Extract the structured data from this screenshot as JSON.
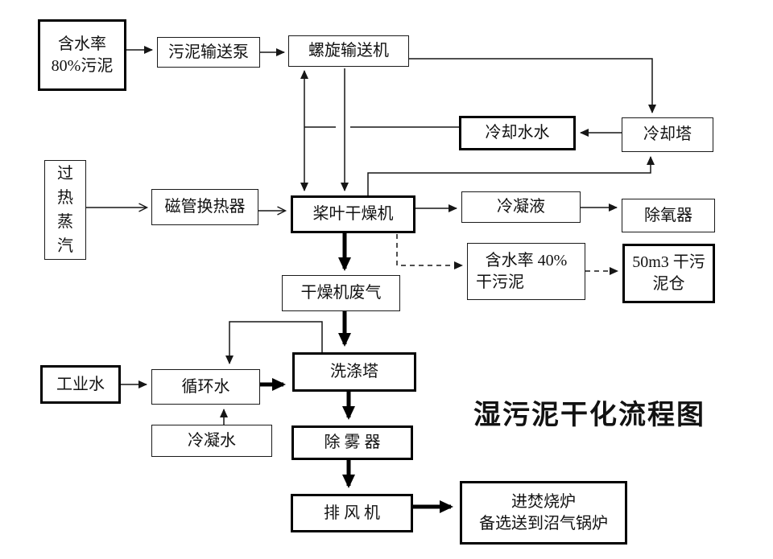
{
  "diagram": {
    "title": "湿污泥干化流程图",
    "nodes": {
      "wet_sludge": {
        "lines": [
          "含水率",
          "80%污泥"
        ]
      },
      "sludge_pump": {
        "lines": [
          "污泥输送泵"
        ]
      },
      "screw_conveyor": {
        "lines": [
          "螺旋输送机"
        ]
      },
      "cooling_water": {
        "lines": [
          "冷却水水"
        ]
      },
      "cooling_tower": {
        "lines": [
          "冷却塔"
        ]
      },
      "superheated_steam": {
        "lines": [
          "过",
          "热",
          "蒸",
          "汽"
        ]
      },
      "heat_exchanger": {
        "lines": [
          "磁管换热器"
        ]
      },
      "paddle_dryer": {
        "lines": [
          "桨叶干燥机"
        ]
      },
      "condensate_liquid": {
        "lines": [
          "冷凝液"
        ]
      },
      "deaerator": {
        "lines": [
          "除氧器"
        ]
      },
      "dry_sludge": {
        "lines": [
          "含水率  40%",
          "干污泥"
        ]
      },
      "sludge_silo": {
        "lines": [
          "50m3 干污",
          "泥仓"
        ]
      },
      "dryer_exhaust": {
        "lines": [
          "干燥机废气"
        ]
      },
      "washing_tower": {
        "lines": [
          "洗涤塔"
        ]
      },
      "industrial_water": {
        "lines": [
          "工业水"
        ]
      },
      "circulating_water": {
        "lines": [
          "循环水"
        ]
      },
      "condensate_water": {
        "lines": [
          "冷凝水"
        ]
      },
      "demister": {
        "lines": [
          "除 雾 器"
        ]
      },
      "exhaust_fan": {
        "lines": [
          "排 风 机"
        ]
      },
      "incinerator": {
        "lines": [
          "进焚烧炉",
          "备选送到沼气锅炉"
        ]
      }
    },
    "edges": [
      {
        "from": "wet_sludge",
        "to": "sludge_pump",
        "style": "thin"
      },
      {
        "from": "sludge_pump",
        "to": "screw_conveyor",
        "style": "thin"
      },
      {
        "from": "screw_conveyor",
        "to": "cooling_tower",
        "style": "thin"
      },
      {
        "from": "cooling_tower",
        "to": "cooling_water",
        "style": "thin"
      },
      {
        "from": "cooling_water",
        "to": "screw_conveyor",
        "style": "thin"
      },
      {
        "from": "cooling_water",
        "to": "paddle_dryer",
        "style": "thin"
      },
      {
        "from": "screw_conveyor",
        "to": "paddle_dryer",
        "style": "thin"
      },
      {
        "from": "superheated_steam",
        "to": "heat_exchanger",
        "style": "thin-open"
      },
      {
        "from": "heat_exchanger",
        "to": "paddle_dryer",
        "style": "thin-open"
      },
      {
        "from": "paddle_dryer",
        "to": "cooling_tower",
        "style": "thin"
      },
      {
        "from": "paddle_dryer",
        "to": "condensate_liquid",
        "style": "thin"
      },
      {
        "from": "condensate_liquid",
        "to": "deaerator",
        "style": "thin"
      },
      {
        "from": "paddle_dryer",
        "to": "dry_sludge",
        "style": "dashed"
      },
      {
        "from": "dry_sludge",
        "to": "sludge_silo",
        "style": "dashed"
      },
      {
        "from": "paddle_dryer",
        "to": "dryer_exhaust",
        "style": "thick"
      },
      {
        "from": "dryer_exhaust",
        "to": "washing_tower",
        "style": "thick"
      },
      {
        "from": "washing_tower",
        "to": "circulating_water",
        "style": "thin"
      },
      {
        "from": "industrial_water",
        "to": "circulating_water",
        "style": "thin"
      },
      {
        "from": "condensate_water",
        "to": "circulating_water",
        "style": "thin"
      },
      {
        "from": "circulating_water",
        "to": "washing_tower",
        "style": "thick"
      },
      {
        "from": "washing_tower",
        "to": "demister",
        "style": "thick"
      },
      {
        "from": "demister",
        "to": "exhaust_fan",
        "style": "thick"
      },
      {
        "from": "exhaust_fan",
        "to": "incinerator",
        "style": "thick"
      }
    ]
  }
}
